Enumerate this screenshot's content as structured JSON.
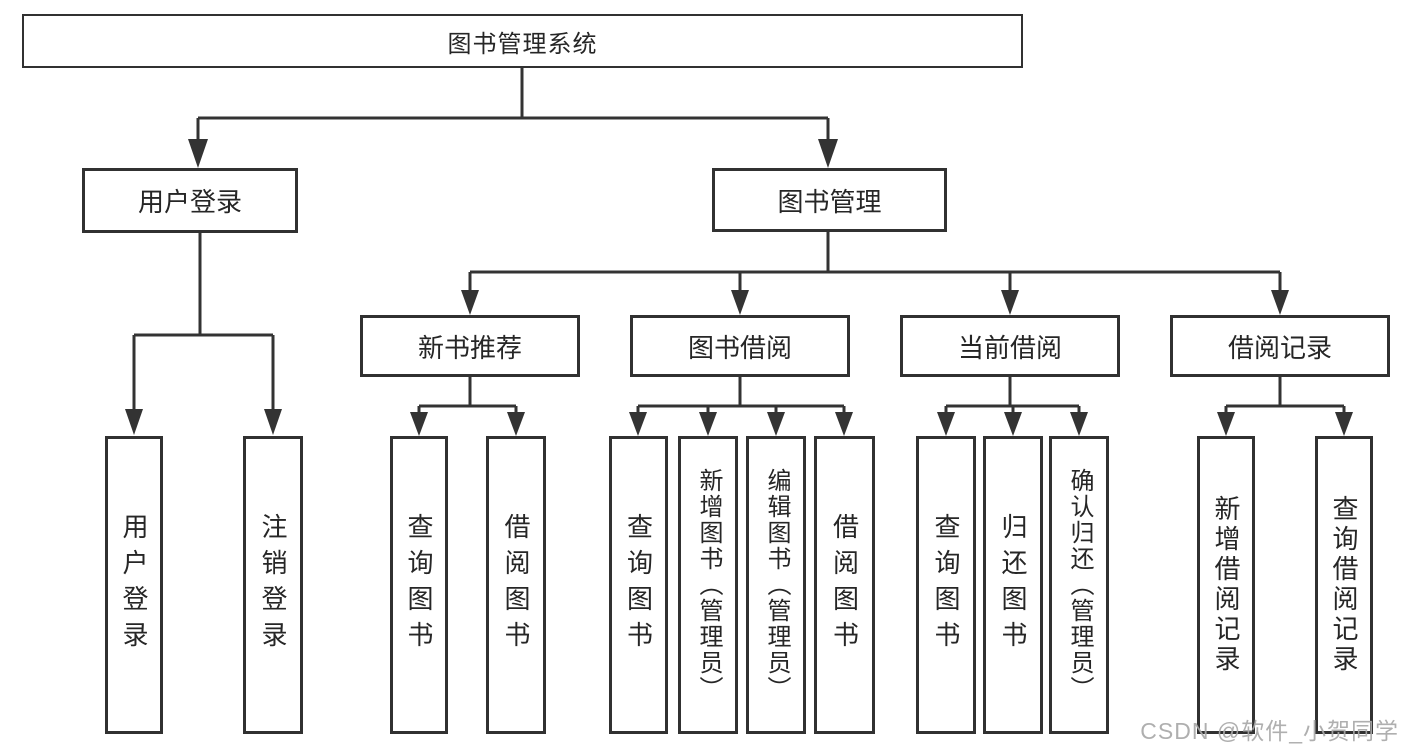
{
  "root": {
    "label": "图书管理系统"
  },
  "level2": [
    {
      "id": "user-login",
      "label": "用户登录"
    },
    {
      "id": "book-management",
      "label": "图书管理"
    }
  ],
  "level3": [
    {
      "id": "new-book-recommendation",
      "label": "新书推荐"
    },
    {
      "id": "book-borrowing",
      "label": "图书借阅"
    },
    {
      "id": "current-borrowing",
      "label": "当前借阅"
    },
    {
      "id": "borrowing-records",
      "label": "借阅记录"
    }
  ],
  "leaves": [
    {
      "id": "user-login-leaf",
      "parent": "user-login",
      "label": "用户登录"
    },
    {
      "id": "logout",
      "parent": "user-login",
      "label": "注销登录"
    },
    {
      "id": "query-books-1",
      "parent": "new-book-recommendation",
      "label": "查询图书"
    },
    {
      "id": "borrow-books-1",
      "parent": "new-book-recommendation",
      "label": "借阅图书"
    },
    {
      "id": "query-books-2",
      "parent": "book-borrowing",
      "label": "查询图书"
    },
    {
      "id": "add-book-admin",
      "parent": "book-borrowing",
      "label": "新增图书（管理员）"
    },
    {
      "id": "edit-book-admin",
      "parent": "book-borrowing",
      "label": "编辑图书（管理员）"
    },
    {
      "id": "borrow-books-2",
      "parent": "book-borrowing",
      "label": "借阅图书"
    },
    {
      "id": "query-books-3",
      "parent": "current-borrowing",
      "label": "查询图书"
    },
    {
      "id": "return-books",
      "parent": "current-borrowing",
      "label": "归还图书"
    },
    {
      "id": "confirm-return-admin",
      "parent": "current-borrowing",
      "label": "确认归还（管理员）"
    },
    {
      "id": "add-borrow-record",
      "parent": "borrowing-records",
      "label": "新增借阅记录"
    },
    {
      "id": "query-borrow-record",
      "parent": "borrowing-records",
      "label": "查询借阅记录"
    }
  ],
  "watermark": {
    "text": "CSDN @软件_小贺同学"
  },
  "colors": {
    "line": "#333333",
    "border": "#313131",
    "text": "#262626",
    "watermark": "#a8a8a8",
    "background": "#ffffff"
  }
}
